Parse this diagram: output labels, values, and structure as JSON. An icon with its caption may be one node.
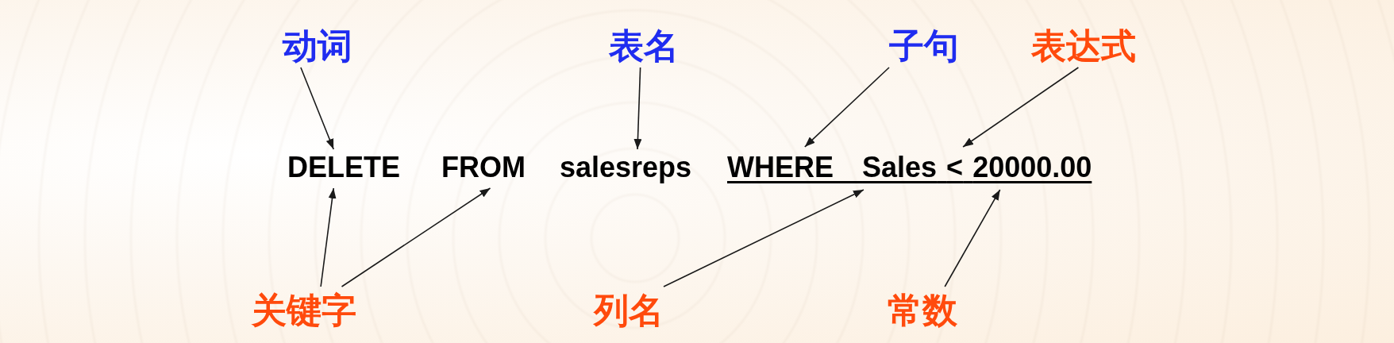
{
  "diagram": {
    "nodes": [
      {
        "text": [
          "动词"
        ]
      },
      {
        "text": [
          "表名"
        ]
      },
      {
        "text": [
          "子句"
        ]
      },
      {
        "text": [
          "表达式"
        ]
      },
      {
        "text": [
          "DELETE"
        ]
      },
      {
        "text": [
          "FROM"
        ]
      },
      {
        "text": [
          "salesreps"
        ]
      },
      {
        "text": [
          "WHERE"
        ]
      },
      {
        "text": [
          "Sales"
        ]
      },
      {
        "text": [
          "<"
        ]
      },
      {
        "text": [
          "20000.00"
        ]
      },
      {
        "text": [
          "关键字"
        ]
      },
      {
        "text": [
          "列名"
        ]
      },
      {
        "text": [
          "常数"
        ]
      }
    ],
    "edges": [
      {
        "from": 0,
        "to": 4,
        "arrow": "to"
      },
      {
        "from": 1,
        "to": 6,
        "arrow": "to"
      },
      {
        "from": 2,
        "to": 7,
        "arrow": "to"
      },
      {
        "from": 3,
        "to": 9,
        "arrow": "to"
      },
      {
        "from": 11,
        "to": 4,
        "arrow": "to"
      },
      {
        "from": 11,
        "to": 5,
        "arrow": "to"
      },
      {
        "from": 12,
        "to": 8,
        "arrow": "to"
      },
      {
        "from": 13,
        "to": 10,
        "arrow": "to"
      }
    ]
  }
}
